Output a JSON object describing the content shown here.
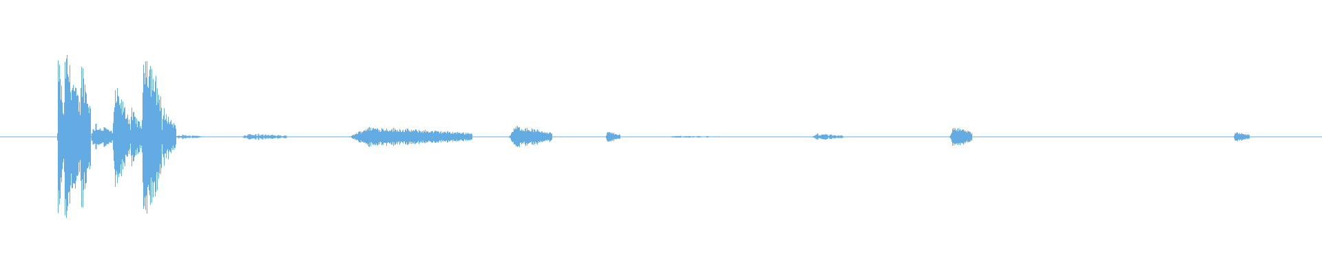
{
  "waveform": {
    "color": "#62ace3",
    "background": "#ffffff",
    "duration_fraction_segments": [
      {
        "start": 0.043,
        "end": 0.0475,
        "peak": 0.78,
        "density": "high"
      },
      {
        "start": 0.0475,
        "end": 0.06,
        "peak": 0.8,
        "density": "high"
      },
      {
        "start": 0.06,
        "end": 0.068,
        "peak": 0.7,
        "density": "high"
      },
      {
        "start": 0.068,
        "end": 0.085,
        "peak": 0.15,
        "density": "low"
      },
      {
        "start": 0.085,
        "end": 0.098,
        "peak": 0.45,
        "density": "high"
      },
      {
        "start": 0.098,
        "end": 0.107,
        "peak": 0.25,
        "density": "medium"
      },
      {
        "start": 0.107,
        "end": 0.122,
        "peak": 0.88,
        "density": "high"
      },
      {
        "start": 0.122,
        "end": 0.133,
        "peak": 0.25,
        "density": "medium"
      },
      {
        "start": 0.133,
        "end": 0.152,
        "peak": 0.02,
        "density": "low"
      },
      {
        "start": 0.183,
        "end": 0.216,
        "peak": 0.03,
        "density": "low"
      },
      {
        "start": 0.264,
        "end": 0.357,
        "peak": 0.09,
        "density": "high"
      },
      {
        "start": 0.385,
        "end": 0.417,
        "peak": 0.1,
        "density": "high"
      },
      {
        "start": 0.458,
        "end": 0.469,
        "peak": 0.05,
        "density": "medium"
      },
      {
        "start": 0.505,
        "end": 0.545,
        "peak": 0.01,
        "density": "low"
      },
      {
        "start": 0.614,
        "end": 0.637,
        "peak": 0.03,
        "density": "low"
      },
      {
        "start": 0.718,
        "end": 0.735,
        "peak": 0.1,
        "density": "medium"
      },
      {
        "start": 0.933,
        "end": 0.945,
        "peak": 0.05,
        "density": "medium"
      }
    ]
  }
}
